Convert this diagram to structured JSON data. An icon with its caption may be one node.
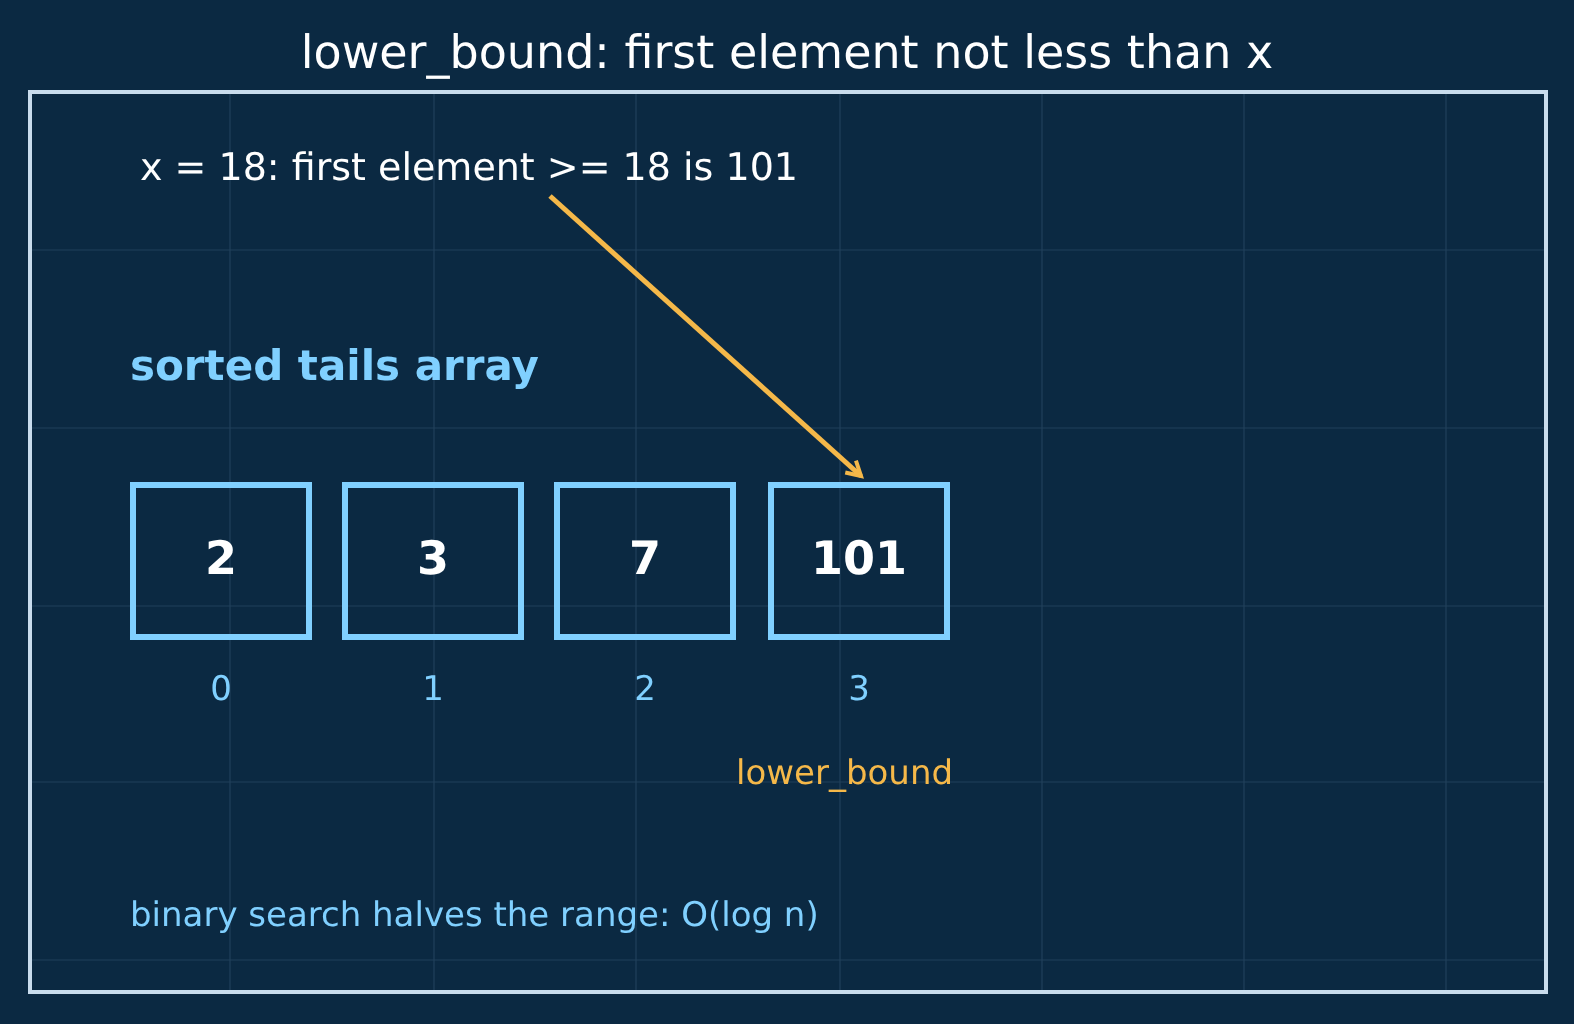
{
  "diagram": {
    "title": "lower_bound: first element not less than x",
    "nodes": [
      {
        "text": [
          "x = 18: first element >= 18 is 101"
        ]
      },
      {
        "text": [
          "2"
        ],
        "beside": [
          "0"
        ]
      },
      {
        "text": [
          "3"
        ],
        "beside": [
          "1"
        ]
      },
      {
        "text": [
          "7"
        ],
        "beside": [
          "2"
        ]
      },
      {
        "text": [
          "101"
        ],
        "beside": [
          "3"
        ]
      }
    ],
    "edges": [
      {
        "from": 0,
        "to": 4,
        "arrow": "to"
      }
    ],
    "labels": [
      "sorted tails array",
      "lower_bound",
      "binary search halves the range: O(log n)"
    ]
  }
}
